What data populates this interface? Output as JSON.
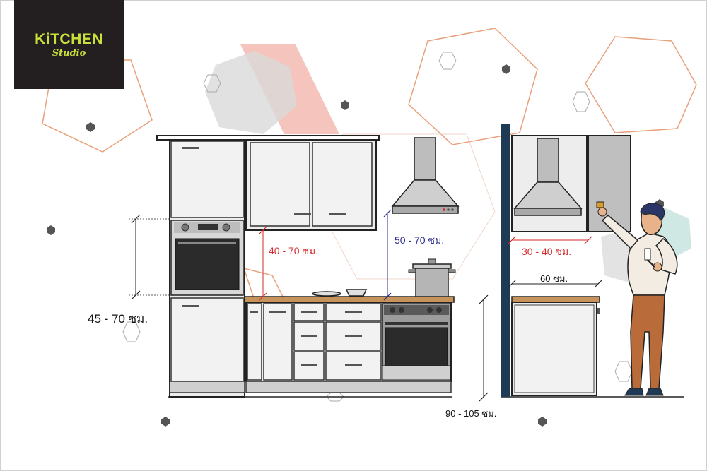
{
  "logo": {
    "title": "KiTCHEN",
    "subtitle": "Studio"
  },
  "dimensions": {
    "upper_cabinet_height": "45 - 70 ซม.",
    "counter_to_wall_cabinet": "40 - 70 ซม.",
    "counter_to_hood": "50 - 70 ซม.",
    "hood_side_gap": "30 - 40 ซม.",
    "counter_depth": "60 ซม.",
    "counter_height": "90 - 105 ซม."
  },
  "colors": {
    "logo_bg": "#231f20",
    "logo_text": "#c8e03a",
    "accent_red": "#d42a2a",
    "accent_blue": "#2b2d8f",
    "countertop_wood": "#c8935a",
    "wall_post": "#1f3a55",
    "hexagon_line": "#e8a07a",
    "pink_shape": "#f5c5bd",
    "teal_shape": "#cfe8e3"
  }
}
